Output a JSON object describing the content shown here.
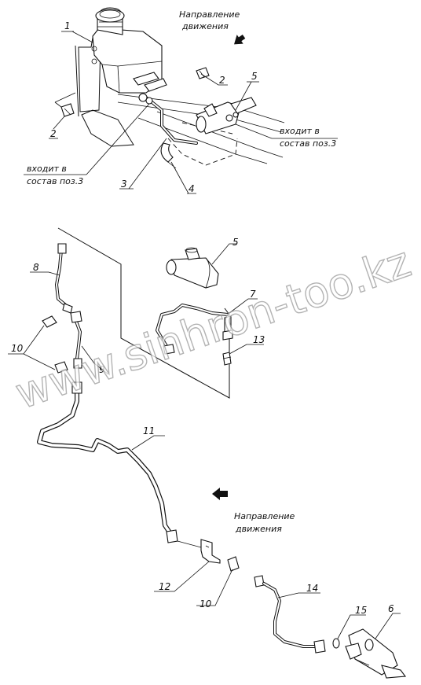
{
  "direction_label": {
    "line1": "Направление",
    "line2": "движения"
  },
  "included_in": {
    "line1": "входит в",
    "line2": "состав поз.3"
  },
  "watermark": "www.sinhron-too.kz",
  "callouts": {
    "n1": "1",
    "n2a": "2",
    "n2b": "2",
    "n3": "3",
    "n4": "4",
    "n5a": "5",
    "n5b": "5",
    "n6": "6",
    "n7": "7",
    "n8": "8",
    "n9": "9",
    "n10a": "10",
    "n10b": "10",
    "n11": "11",
    "n12": "12",
    "n13": "13",
    "n14": "14",
    "n15": "15"
  }
}
